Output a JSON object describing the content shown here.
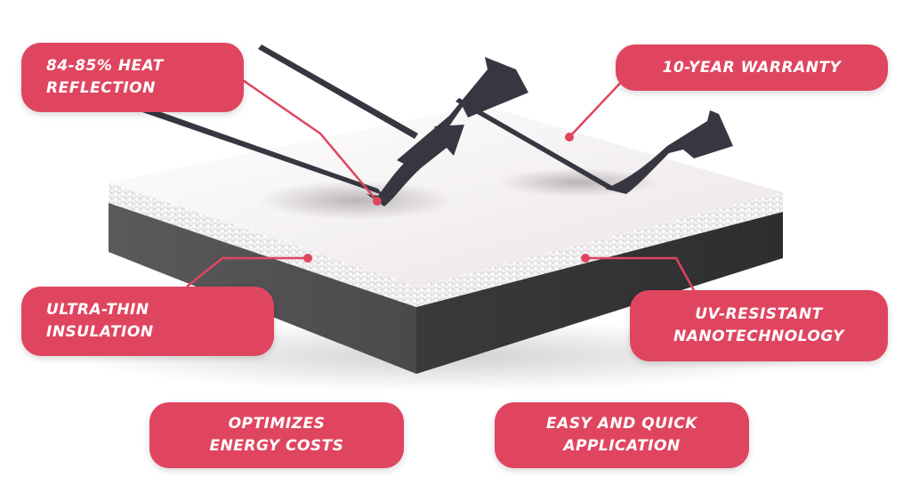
{
  "labels": {
    "heat_reflection": {
      "line1": "84-85% HEAT",
      "line2": "REFLECTION"
    },
    "warranty": {
      "line1": "10-YEAR WARRANTY"
    },
    "ultra_thin": {
      "line1": "ULTRA-THIN",
      "line2": "INSULATION"
    },
    "uv_resistant": {
      "line1": "UV-RESISTANT",
      "line2": "NANOTECHNOLOGY"
    },
    "optimizes": {
      "line1": "OPTIMIZES",
      "line2": "ENERGY COSTS"
    },
    "easy": {
      "line1": "EASY AND QUICK",
      "line2": "APPLICATION"
    }
  },
  "colors": {
    "accent": "#e0455f",
    "arrow": "#363741",
    "base": "#4f4f51",
    "coating": "#f4f0f1"
  },
  "icons": [
    "reflected-heat-arrow"
  ]
}
